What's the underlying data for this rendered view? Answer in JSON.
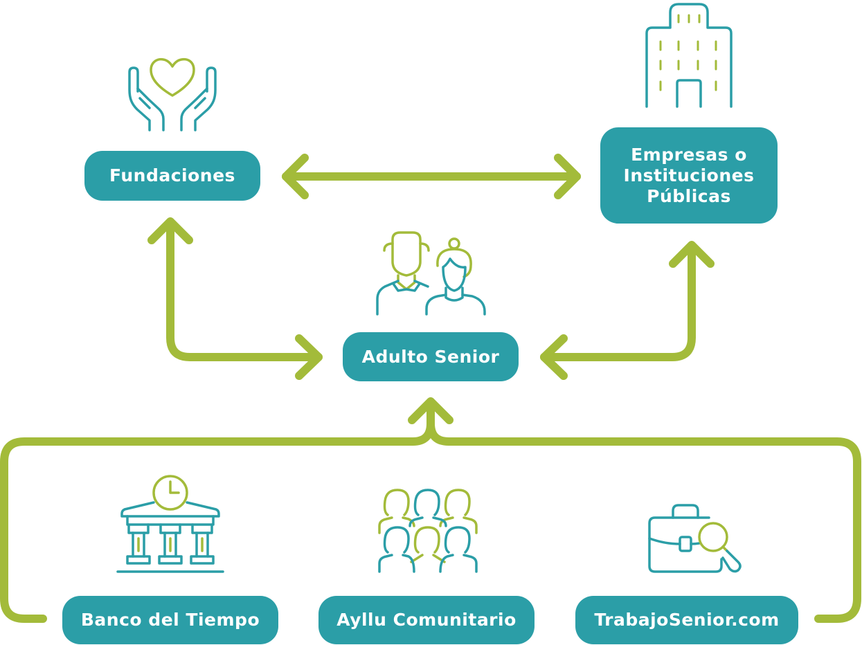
{
  "colors": {
    "teal": "#2b9ea7",
    "green": "#a3bb3a",
    "white": "#ffffff"
  },
  "nodes": {
    "fundaciones": "Fundaciones",
    "empresas": "Empresas o\nInstituciones\nPúblicas",
    "adulto_senior": "Adulto Senior",
    "banco_tiempo": "Banco del Tiempo",
    "ayllu": "Ayllu Comunitario",
    "trabajo_senior": "TrabajoSenior.com"
  },
  "icons": {
    "fundaciones": "heart-hands-icon",
    "empresas": "office-building-icon",
    "adulto_senior": "senior-couple-icon",
    "banco_tiempo": "bank-clock-icon",
    "ayllu": "community-group-icon",
    "trabajo_senior": "briefcase-search-icon"
  },
  "edges": [
    {
      "from": "fundaciones",
      "to": "empresas",
      "type": "bidirectional"
    },
    {
      "from": "fundaciones",
      "to": "adulto_senior",
      "type": "bidirectional"
    },
    {
      "from": "empresas",
      "to": "adulto_senior",
      "type": "bidirectional"
    },
    {
      "from": "banco_tiempo",
      "to": "adulto_senior",
      "type": "directed"
    },
    {
      "from": "ayllu",
      "to": "adulto_senior",
      "type": "directed"
    },
    {
      "from": "trabajo_senior",
      "to": "adulto_senior",
      "type": "directed"
    }
  ]
}
